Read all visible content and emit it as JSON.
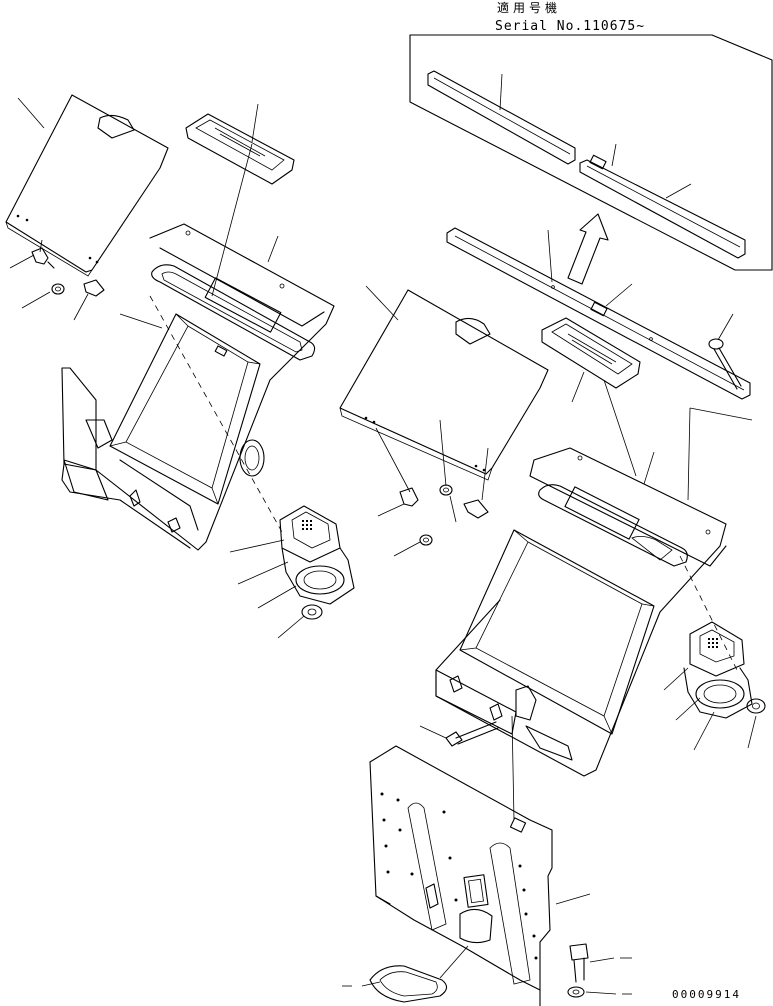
{
  "header": {
    "applicability_label": "適用号機",
    "serial_label": "Serial No.110675~"
  },
  "footer": {
    "drawing_code": "00009914"
  },
  "colors": {
    "ink": "#000000",
    "paper": "#ffffff"
  }
}
